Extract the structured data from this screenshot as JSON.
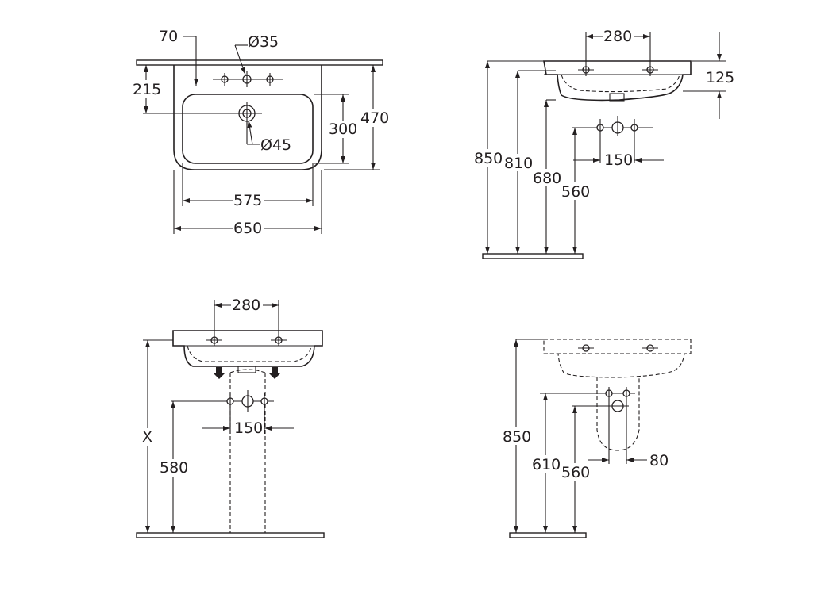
{
  "colors": {
    "line": "#231f20",
    "background": "#ffffff"
  },
  "views": {
    "top": {
      "dim_70": "70",
      "dim_dia35": "Ø35",
      "dim_215": "215",
      "dim_300": "300",
      "dim_470": "470",
      "dim_dia45": "Ø45",
      "dim_575": "575",
      "dim_650": "650"
    },
    "side_wall": {
      "dim_280": "280",
      "dim_125": "125",
      "dim_850": "850",
      "dim_810": "810",
      "dim_680": "680",
      "dim_560": "560",
      "dim_150": "150"
    },
    "front_pedestal": {
      "dim_280": "280",
      "dim_x": "X",
      "dim_150": "150",
      "dim_580": "580"
    },
    "side_pedestal": {
      "dim_850": "850",
      "dim_610": "610",
      "dim_560": "560",
      "dim_80": "80"
    }
  }
}
